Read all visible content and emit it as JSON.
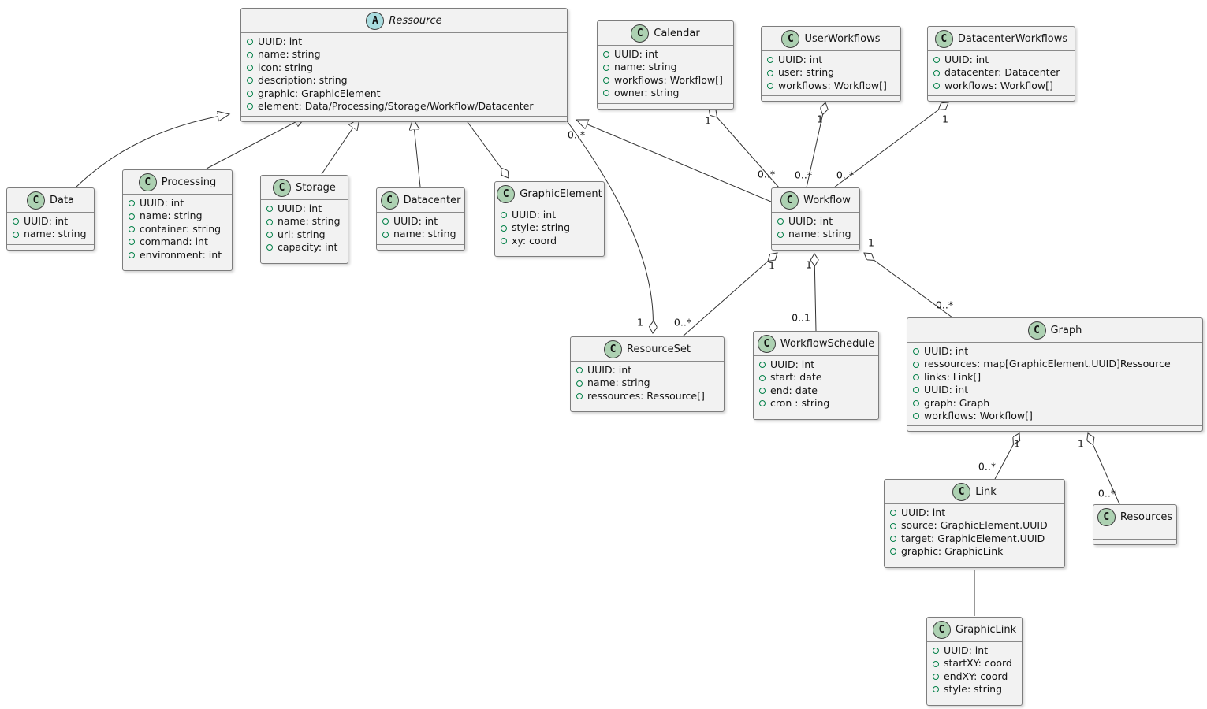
{
  "diagram": {
    "kind": "uml-class-diagram",
    "classes": [
      {
        "id": "ressource",
        "name": "Ressource",
        "stereotype": "abstract",
        "icon_letter": "A",
        "attributes": [
          "UUID: int",
          "name: string",
          "icon: string",
          "description: string",
          "graphic: GraphicElement",
          "element: Data/Processing/Storage/Workflow/Datacenter"
        ]
      },
      {
        "id": "calendar",
        "name": "Calendar",
        "stereotype": "class",
        "icon_letter": "C",
        "attributes": [
          "UUID: int",
          "name: string",
          "workflows: Workflow[]",
          "owner: string"
        ]
      },
      {
        "id": "user-workflows",
        "name": "UserWorkflows",
        "stereotype": "class",
        "icon_letter": "C",
        "attributes": [
          "UUID: int",
          "user: string",
          "workflows: Workflow[]"
        ]
      },
      {
        "id": "datacenter-workflows",
        "name": "DatacenterWorkflows",
        "stereotype": "class",
        "icon_letter": "C",
        "attributes": [
          "UUID: int",
          "datacenter: Datacenter",
          "workflows: Workflow[]"
        ]
      },
      {
        "id": "data",
        "name": "Data",
        "stereotype": "class",
        "icon_letter": "C",
        "attributes": [
          "UUID: int",
          "name: string"
        ]
      },
      {
        "id": "processing",
        "name": "Processing",
        "stereotype": "class",
        "icon_letter": "C",
        "attributes": [
          "UUID: int",
          "name: string",
          "container: string",
          "command: int",
          "environment: int"
        ]
      },
      {
        "id": "storage",
        "name": "Storage",
        "stereotype": "class",
        "icon_letter": "C",
        "attributes": [
          "UUID: int",
          "name: string",
          "url: string",
          "capacity: int"
        ]
      },
      {
        "id": "datacenter",
        "name": "Datacenter",
        "stereotype": "class",
        "icon_letter": "C",
        "attributes": [
          "UUID: int",
          "name: string"
        ]
      },
      {
        "id": "graphic-element",
        "name": "GraphicElement",
        "stereotype": "class",
        "icon_letter": "C",
        "attributes": [
          "UUID: int",
          "style: string",
          "xy: coord"
        ]
      },
      {
        "id": "workflow",
        "name": "Workflow",
        "stereotype": "class",
        "icon_letter": "C",
        "attributes": [
          "UUID: int",
          "name: string"
        ]
      },
      {
        "id": "resource-set",
        "name": "ResourceSet",
        "stereotype": "class",
        "icon_letter": "C",
        "attributes": [
          "UUID: int",
          "name: string",
          "ressources: Ressource[]"
        ]
      },
      {
        "id": "workflow-schedule",
        "name": "WorkflowSchedule",
        "stereotype": "class",
        "icon_letter": "C",
        "attributes": [
          "UUID: int",
          "start: date",
          "end: date",
          "cron : string"
        ]
      },
      {
        "id": "graph",
        "name": "Graph",
        "stereotype": "class",
        "icon_letter": "C",
        "attributes": [
          "UUID: int",
          "ressources: map[GraphicElement.UUID]Ressource",
          "links: Link[]",
          "UUID: int",
          "graph: Graph",
          "workflows: Workflow[]"
        ]
      },
      {
        "id": "link",
        "name": "Link",
        "stereotype": "class",
        "icon_letter": "C",
        "attributes": [
          "UUID: int",
          "source: GraphicElement.UUID",
          "target: GraphicElement.UUID",
          "graphic: GraphicLink"
        ]
      },
      {
        "id": "resources",
        "name": "Resources",
        "stereotype": "class",
        "icon_letter": "C",
        "attributes": []
      },
      {
        "id": "graphic-link",
        "name": "GraphicLink",
        "stereotype": "class",
        "icon_letter": "C",
        "attributes": [
          "UUID: int",
          "startXY: coord",
          "endXY: coord",
          "style: string"
        ]
      }
    ],
    "relationships": [
      {
        "id": "data-ressource",
        "from": "Data",
        "to": "Ressource",
        "type": "inheritance",
        "multiplicity": {}
      },
      {
        "id": "processing-ressource",
        "from": "Processing",
        "to": "Ressource",
        "type": "inheritance",
        "multiplicity": {}
      },
      {
        "id": "storage-ressource",
        "from": "Storage",
        "to": "Ressource",
        "type": "inheritance",
        "multiplicity": {}
      },
      {
        "id": "datacenter-ressource",
        "from": "Datacenter",
        "to": "Ressource",
        "type": "inheritance",
        "multiplicity": {}
      },
      {
        "id": "workflow-ressource",
        "from": "Workflow",
        "to": "Ressource",
        "type": "inheritance",
        "multiplicity": {}
      },
      {
        "id": "graphicelement-ressource",
        "from": "Ressource",
        "to": "GraphicElement",
        "type": "aggregation",
        "diamond_at": "GraphicElement",
        "multiplicity": {}
      },
      {
        "id": "calendar-workflow",
        "from": "Calendar",
        "to": "Workflow",
        "type": "aggregation",
        "diamond_at": "Calendar",
        "multiplicity": {
          "aggregate": "1",
          "part": "0..*"
        }
      },
      {
        "id": "userworkflows-workflow",
        "from": "UserWorkflows",
        "to": "Workflow",
        "type": "aggregation",
        "diamond_at": "UserWorkflows",
        "multiplicity": {
          "aggregate": "1",
          "part": "0..*"
        }
      },
      {
        "id": "datacenterworkflows-workflow",
        "from": "DatacenterWorkflows",
        "to": "Workflow",
        "type": "aggregation",
        "diamond_at": "DatacenterWorkflows",
        "multiplicity": {
          "aggregate": "1",
          "part": "0..*"
        }
      },
      {
        "id": "resourceset-ressource",
        "from": "ResourceSet",
        "to": "Ressource",
        "type": "aggregation",
        "diamond_at": "ResourceSet",
        "multiplicity": {
          "aggregate": "1",
          "part": "0..*"
        }
      },
      {
        "id": "workflow-resourceset",
        "from": "Workflow",
        "to": "ResourceSet",
        "type": "aggregation",
        "diamond_at": "Workflow",
        "multiplicity": {
          "aggregate": "1",
          "part": "0..*"
        }
      },
      {
        "id": "workflow-workflowschedule",
        "from": "Workflow",
        "to": "WorkflowSchedule",
        "type": "aggregation",
        "diamond_at": "Workflow",
        "multiplicity": {
          "aggregate": "1",
          "part": "0..1"
        }
      },
      {
        "id": "workflow-graph",
        "from": "Workflow",
        "to": "Graph",
        "type": "aggregation",
        "diamond_at": "Workflow",
        "multiplicity": {
          "aggregate": "1",
          "part": "0..*"
        }
      },
      {
        "id": "graph-link",
        "from": "Graph",
        "to": "Link",
        "type": "aggregation",
        "diamond_at": "Graph",
        "multiplicity": {
          "aggregate": "1",
          "part": "0..*"
        }
      },
      {
        "id": "graph-resources",
        "from": "Graph",
        "to": "Resources",
        "type": "aggregation",
        "diamond_at": "Graph",
        "multiplicity": {
          "aggregate": "1",
          "part": "0..*"
        }
      },
      {
        "id": "link-graphiclink",
        "from": "Link",
        "to": "GraphicLink",
        "type": "association",
        "multiplicity": {}
      }
    ],
    "colors": {
      "background": "#ffffff",
      "class_fill": "#f2f2f2",
      "class_border": "#7d7d7d",
      "class_icon_fill": "#add1b2",
      "abstract_icon_fill": "#a9dcdf",
      "attribute_icon": "#038048",
      "edge_line": "#333333"
    }
  }
}
